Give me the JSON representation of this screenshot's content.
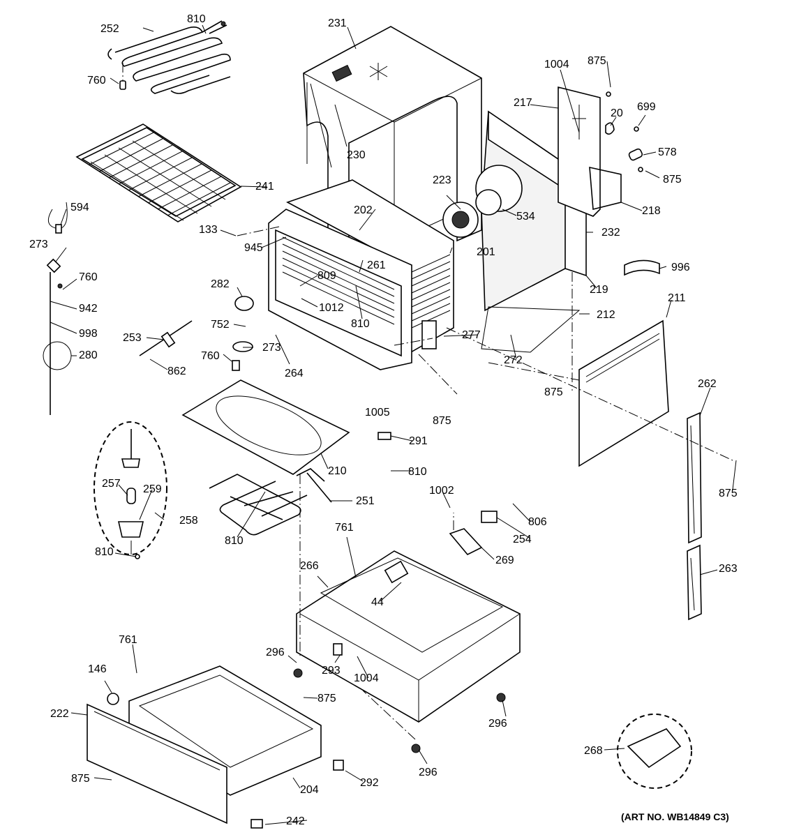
{
  "diagram": {
    "art_number": "(ART NO. WB14849 C3)",
    "callouts": [
      {
        "id": "c-252",
        "text": "252"
      },
      {
        "id": "c-810a",
        "text": "810"
      },
      {
        "id": "c-760a",
        "text": "760"
      },
      {
        "id": "c-231",
        "text": "231"
      },
      {
        "id": "c-230",
        "text": "230"
      },
      {
        "id": "c-241",
        "text": "241"
      },
      {
        "id": "c-594",
        "text": "594"
      },
      {
        "id": "c-273a",
        "text": "273"
      },
      {
        "id": "c-760b",
        "text": "760"
      },
      {
        "id": "c-942",
        "text": "942"
      },
      {
        "id": "c-998",
        "text": "998"
      },
      {
        "id": "c-280",
        "text": "280"
      },
      {
        "id": "c-253",
        "text": "253"
      },
      {
        "id": "c-862",
        "text": "862"
      },
      {
        "id": "c-133",
        "text": "133"
      },
      {
        "id": "c-945",
        "text": "945"
      },
      {
        "id": "c-202",
        "text": "202"
      },
      {
        "id": "c-809",
        "text": "809"
      },
      {
        "id": "c-282",
        "text": "282"
      },
      {
        "id": "c-1012",
        "text": "1012"
      },
      {
        "id": "c-752",
        "text": "752"
      },
      {
        "id": "c-261",
        "text": "261"
      },
      {
        "id": "c-810b",
        "text": "810"
      },
      {
        "id": "c-273b",
        "text": "273"
      },
      {
        "id": "c-760c",
        "text": "760"
      },
      {
        "id": "c-264",
        "text": "264"
      },
      {
        "id": "c-1005",
        "text": "1005"
      },
      {
        "id": "c-875a",
        "text": "875"
      },
      {
        "id": "c-223",
        "text": "223"
      },
      {
        "id": "c-534",
        "text": "534"
      },
      {
        "id": "c-201",
        "text": "201"
      },
      {
        "id": "c-277",
        "text": "277"
      },
      {
        "id": "c-272",
        "text": "272"
      },
      {
        "id": "c-212",
        "text": "212"
      },
      {
        "id": "c-875b",
        "text": "875"
      },
      {
        "id": "c-1004a",
        "text": "1004"
      },
      {
        "id": "c-875c",
        "text": "875"
      },
      {
        "id": "c-217",
        "text": "217"
      },
      {
        "id": "c-20",
        "text": "20"
      },
      {
        "id": "c-699",
        "text": "699"
      },
      {
        "id": "c-578",
        "text": "578"
      },
      {
        "id": "c-875d",
        "text": "875"
      },
      {
        "id": "c-218",
        "text": "218"
      },
      {
        "id": "c-232",
        "text": "232"
      },
      {
        "id": "c-219",
        "text": "219"
      },
      {
        "id": "c-996",
        "text": "996"
      },
      {
        "id": "c-211",
        "text": "211"
      },
      {
        "id": "c-262",
        "text": "262"
      },
      {
        "id": "c-875e",
        "text": "875"
      },
      {
        "id": "c-263",
        "text": "263"
      },
      {
        "id": "c-210",
        "text": "210"
      },
      {
        "id": "c-291",
        "text": "291"
      },
      {
        "id": "c-810c",
        "text": "810"
      },
      {
        "id": "c-251",
        "text": "251"
      },
      {
        "id": "c-810d",
        "text": "810"
      },
      {
        "id": "c-257",
        "text": "257"
      },
      {
        "id": "c-259",
        "text": "259"
      },
      {
        "id": "c-258",
        "text": "258"
      },
      {
        "id": "c-810e",
        "text": "810"
      },
      {
        "id": "c-1002",
        "text": "1002"
      },
      {
        "id": "c-806",
        "text": "806"
      },
      {
        "id": "c-254",
        "text": "254"
      },
      {
        "id": "c-269",
        "text": "269"
      },
      {
        "id": "c-761a",
        "text": "761"
      },
      {
        "id": "c-266",
        "text": "266"
      },
      {
        "id": "c-44",
        "text": "44"
      },
      {
        "id": "c-296a",
        "text": "296"
      },
      {
        "id": "c-293",
        "text": "293"
      },
      {
        "id": "c-1004b",
        "text": "1004"
      },
      {
        "id": "c-296b",
        "text": "296"
      },
      {
        "id": "c-296c",
        "text": "296"
      },
      {
        "id": "c-761b",
        "text": "761"
      },
      {
        "id": "c-146",
        "text": "146"
      },
      {
        "id": "c-222",
        "text": "222"
      },
      {
        "id": "c-875f",
        "text": "875"
      },
      {
        "id": "c-875g",
        "text": "875"
      },
      {
        "id": "c-292",
        "text": "292"
      },
      {
        "id": "c-204",
        "text": "204"
      },
      {
        "id": "c-242",
        "text": "242"
      },
      {
        "id": "c-268",
        "text": "268"
      }
    ]
  }
}
